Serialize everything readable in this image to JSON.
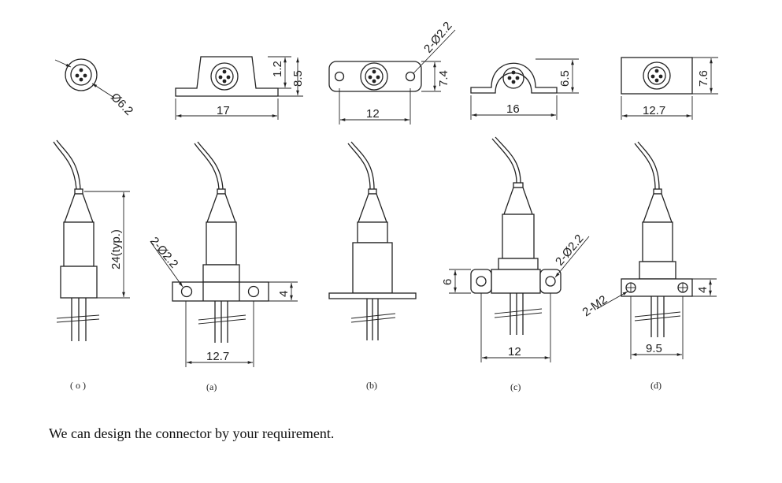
{
  "colors": {
    "ink": "#222222",
    "background": "#ffffff"
  },
  "views": [
    {
      "id": "o",
      "caption": "( o )",
      "top_dims": [
        "Ø6.2"
      ],
      "side_dims": [
        "24(typ.)"
      ]
    },
    {
      "id": "a",
      "caption": "(a)",
      "top_dims": [
        "1.2",
        "8.5",
        "17"
      ],
      "side_dims": [
        "2-Ø2.2",
        "4",
        "12.7"
      ]
    },
    {
      "id": "b",
      "caption": "(b)",
      "top_dims": [
        "2-Ø2.2",
        "7.4",
        "12"
      ],
      "side_dims": []
    },
    {
      "id": "c",
      "caption": "(c)",
      "top_dims": [
        "6.5",
        "16"
      ],
      "side_dims": [
        "2-Ø2.2",
        "6",
        "12"
      ]
    },
    {
      "id": "d",
      "caption": "(d)",
      "top_dims": [
        "7.6",
        "12.7"
      ],
      "side_dims": [
        "2-M2",
        "4",
        "9.5"
      ]
    }
  ],
  "note": "We can design the connector by your requirement."
}
